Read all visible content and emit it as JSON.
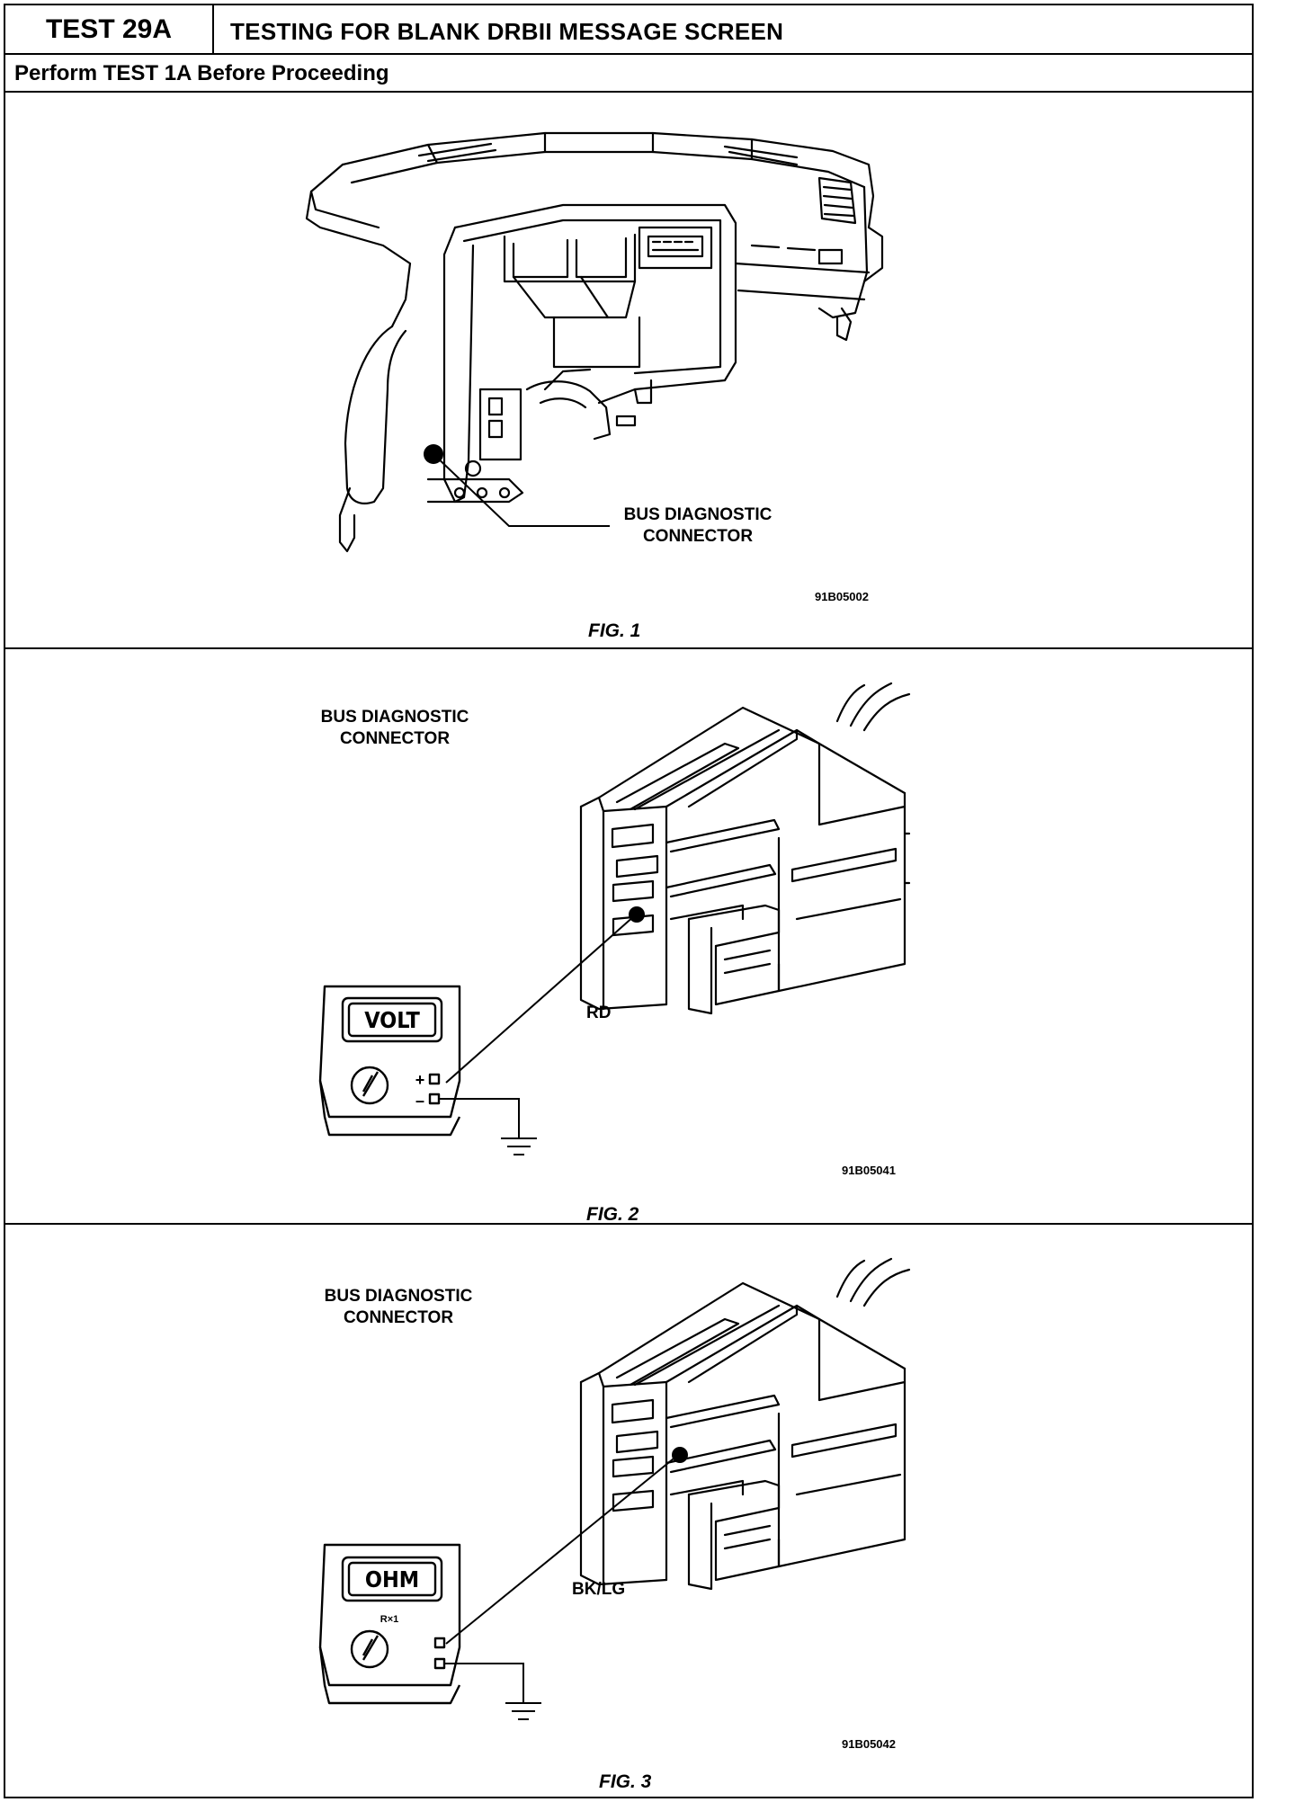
{
  "header": {
    "test_number": "TEST 29A",
    "test_title": "TESTING FOR BLANK DRBII MESSAGE SCREEN",
    "prerequisite": "Perform TEST 1A Before Proceeding"
  },
  "figures": [
    {
      "caption": "FIG. 1",
      "callout_line1": "BUS DIAGNOSTIC",
      "callout_line2": "CONNECTOR",
      "drawing_code": "91B05002"
    },
    {
      "caption": "FIG. 2",
      "callout_line1": "BUS DIAGNOSTIC",
      "callout_line2": "CONNECTOR",
      "wire_label": "RD",
      "meter_display": "VOLT",
      "plus_sign": "+",
      "minus_sign": "–",
      "drawing_code": "91B05041"
    },
    {
      "caption": "FIG. 3",
      "callout_line1": "BUS DIAGNOSTIC",
      "callout_line2": "CONNECTOR",
      "wire_label": "BK/LG",
      "meter_display": "OHM",
      "range_label": "R×1",
      "drawing_code": "91B05042"
    }
  ]
}
